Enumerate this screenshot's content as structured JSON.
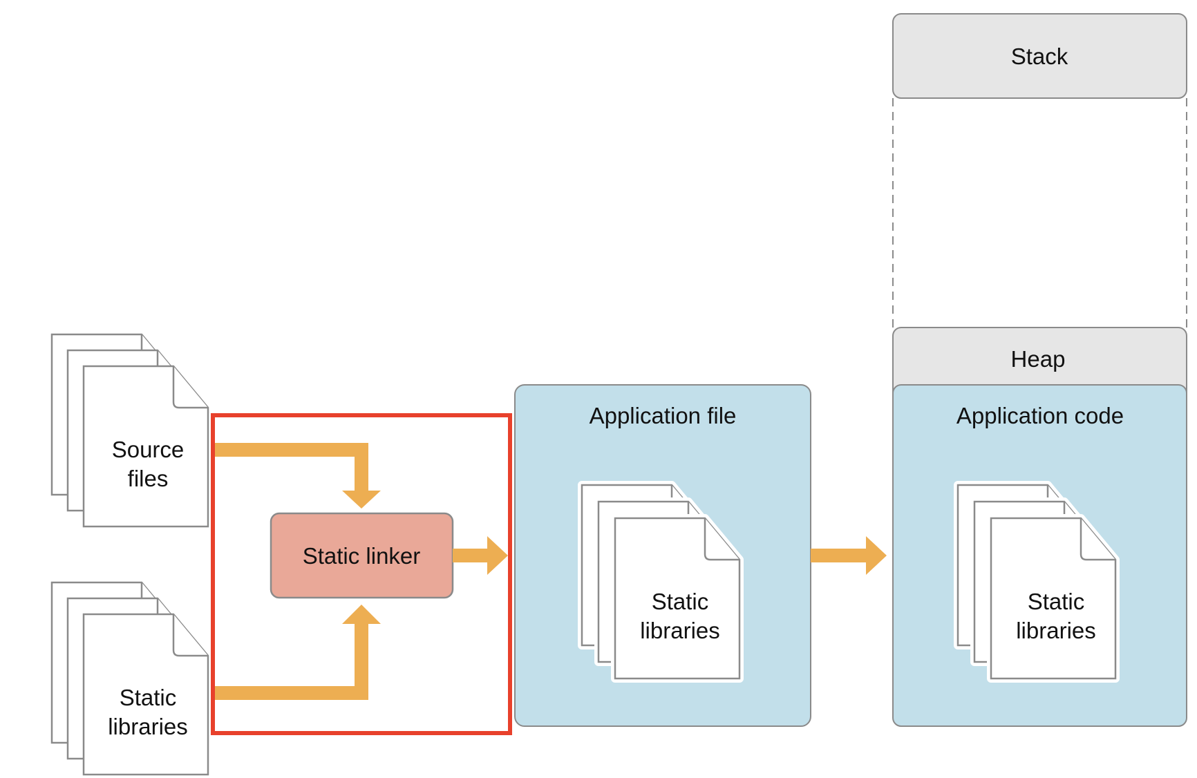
{
  "source_files": {
    "line1": "Source",
    "line2": "files"
  },
  "input_static_libraries": {
    "line1": "Static",
    "line2": "libraries"
  },
  "static_linker": {
    "label": "Static linker"
  },
  "application_file": {
    "title": "Application file",
    "libraries": {
      "line1": "Static",
      "line2": "libraries"
    }
  },
  "memory": {
    "stack": "Stack",
    "heap": "Heap",
    "application_code": {
      "title": "Application code",
      "libraries": {
        "line1": "Static",
        "line2": "libraries"
      }
    }
  },
  "colors": {
    "arrow": "#edae52",
    "highlight_border": "#e8412c",
    "linker_fill": "#e9a898",
    "blue_panel": "#c2dfea",
    "gray_panel": "#e6e6e6",
    "outline": "#888888"
  }
}
